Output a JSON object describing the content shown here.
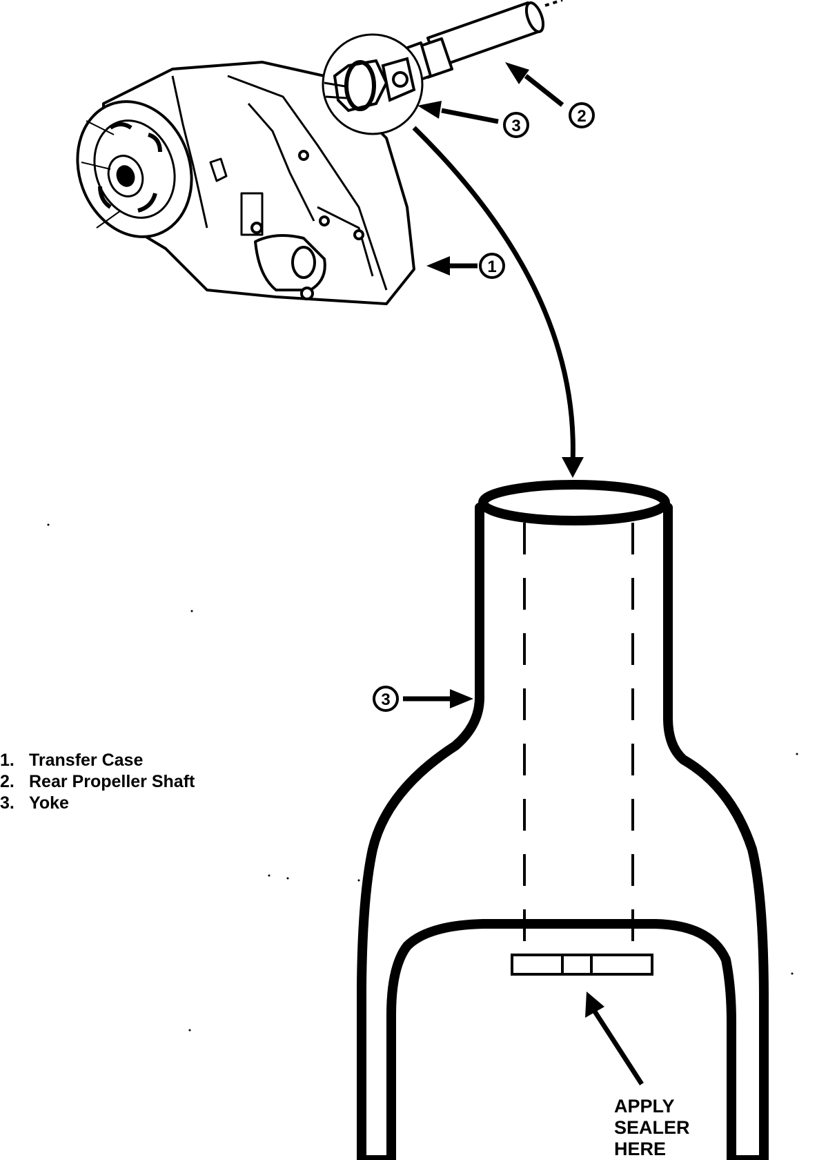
{
  "legend": [
    {
      "number": "1.",
      "label": "Transfer Case"
    },
    {
      "number": "2.",
      "label": "Rear Propeller Shaft"
    },
    {
      "number": "3.",
      "label": "Yoke"
    }
  ],
  "callouts": {
    "transfer_case": "1",
    "rear_propeller_shaft": "2",
    "yoke_top": "3",
    "yoke_detail": "3"
  },
  "sealer_note": [
    "APPLY",
    "SEALER",
    "HERE"
  ]
}
